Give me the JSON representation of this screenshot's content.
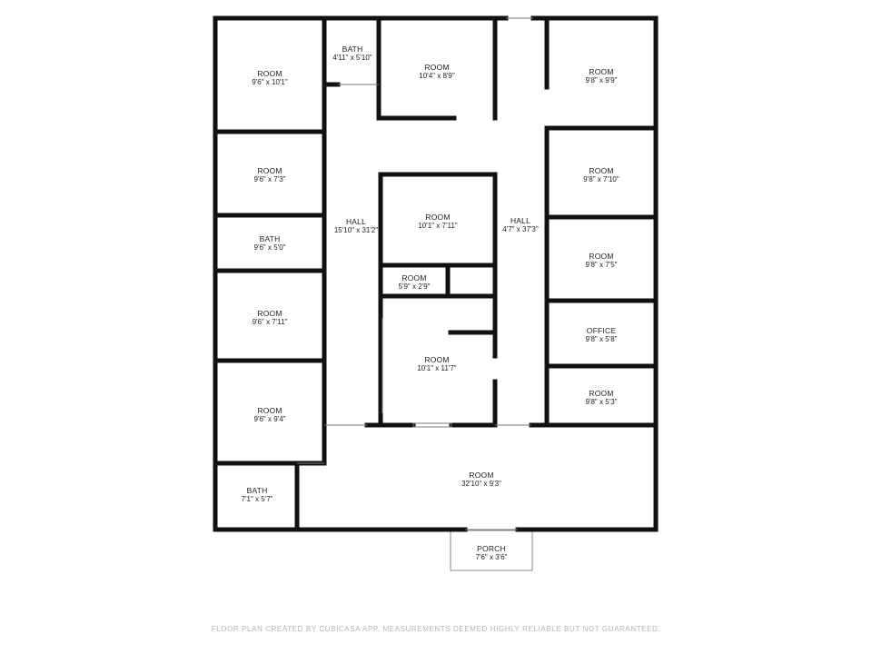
{
  "rooms": [
    {
      "id": "room-nw",
      "name": "ROOM",
      "dim": "9'6\" x 10'1\""
    },
    {
      "id": "bath-top",
      "name": "BATH",
      "dim": "4'11\" x 5'10\""
    },
    {
      "id": "room-top-mid",
      "name": "ROOM",
      "dim": "10'4\" x 8'9\""
    },
    {
      "id": "room-ne",
      "name": "ROOM",
      "dim": "9'8\" x 9'9\""
    },
    {
      "id": "room-w2",
      "name": "ROOM",
      "dim": "9'6\" x 7'3\""
    },
    {
      "id": "room-e2",
      "name": "ROOM",
      "dim": "9'8\" x 7'10\""
    },
    {
      "id": "room-center",
      "name": "ROOM",
      "dim": "10'1\" x 7'11\""
    },
    {
      "id": "hall-west",
      "name": "HALL",
      "dim": "15'10\" x 31'2\""
    },
    {
      "id": "hall-east",
      "name": "HALL",
      "dim": "4'7\" x 37'3\""
    },
    {
      "id": "bath-west",
      "name": "BATH",
      "dim": "9'6\" x 5'0\""
    },
    {
      "id": "room-e3",
      "name": "ROOM",
      "dim": "9'8\" x 7'5\""
    },
    {
      "id": "room-small",
      "name": "ROOM",
      "dim": "5'9\" x 2'9\""
    },
    {
      "id": "room-w4",
      "name": "ROOM",
      "dim": "9'6\" x 7'11\""
    },
    {
      "id": "office",
      "name": "OFFICE",
      "dim": "9'8\" x 5'8\""
    },
    {
      "id": "room-lower",
      "name": "ROOM",
      "dim": "10'1\" x 11'7\""
    },
    {
      "id": "room-e5",
      "name": "ROOM",
      "dim": "9'8\" x 5'3\""
    },
    {
      "id": "room-w5",
      "name": "ROOM",
      "dim": "9'6\" x 9'4\""
    },
    {
      "id": "room-south",
      "name": "ROOM",
      "dim": "32'10\" x 9'3\""
    },
    {
      "id": "bath-sw",
      "name": "BATH",
      "dim": "7'1\" x 5'7\""
    },
    {
      "id": "porch",
      "name": "PORCH",
      "dim": "7'6\" x 3'6\""
    }
  ],
  "footer": "FLOOR PLAN CREATED BY CUBICASA APP. MEASUREMENTS DEEMED HIGHLY RELIABLE BUT NOT GUARANTEED.",
  "colors": {
    "wall": "#111111",
    "thin_wall": "#777777",
    "background": "#ffffff",
    "footer": "#b4b4b4"
  }
}
